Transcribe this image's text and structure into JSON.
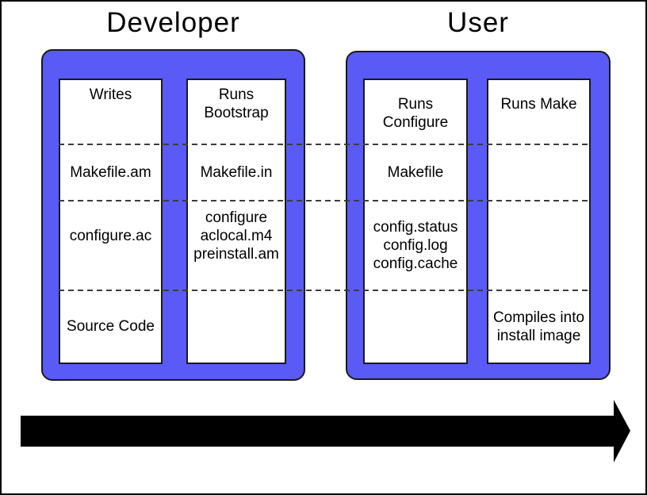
{
  "groups": [
    {
      "name": "Developer",
      "columns": [
        {
          "cells": [
            "Writes",
            "Makefile.am",
            "configure.ac",
            "Source Code"
          ]
        },
        {
          "cells": [
            "Runs\nBootstrap",
            "Makefile.in",
            "configure\naclocal.m4\npreinstall.am",
            ""
          ]
        }
      ]
    },
    {
      "name": "User",
      "columns": [
        {
          "cells": [
            "Runs\nConfigure",
            "Makefile",
            "config.status\nconfig.log\nconfig.cache",
            ""
          ]
        },
        {
          "cells": [
            "Runs Make",
            "",
            "",
            "Compiles into\ninstall image"
          ]
        }
      ]
    }
  ],
  "colors": {
    "blue": "#5a5af7",
    "line": "#1a1a1a",
    "dash": "#3c3c3c",
    "arrow": "#000000",
    "text": "#000000"
  }
}
